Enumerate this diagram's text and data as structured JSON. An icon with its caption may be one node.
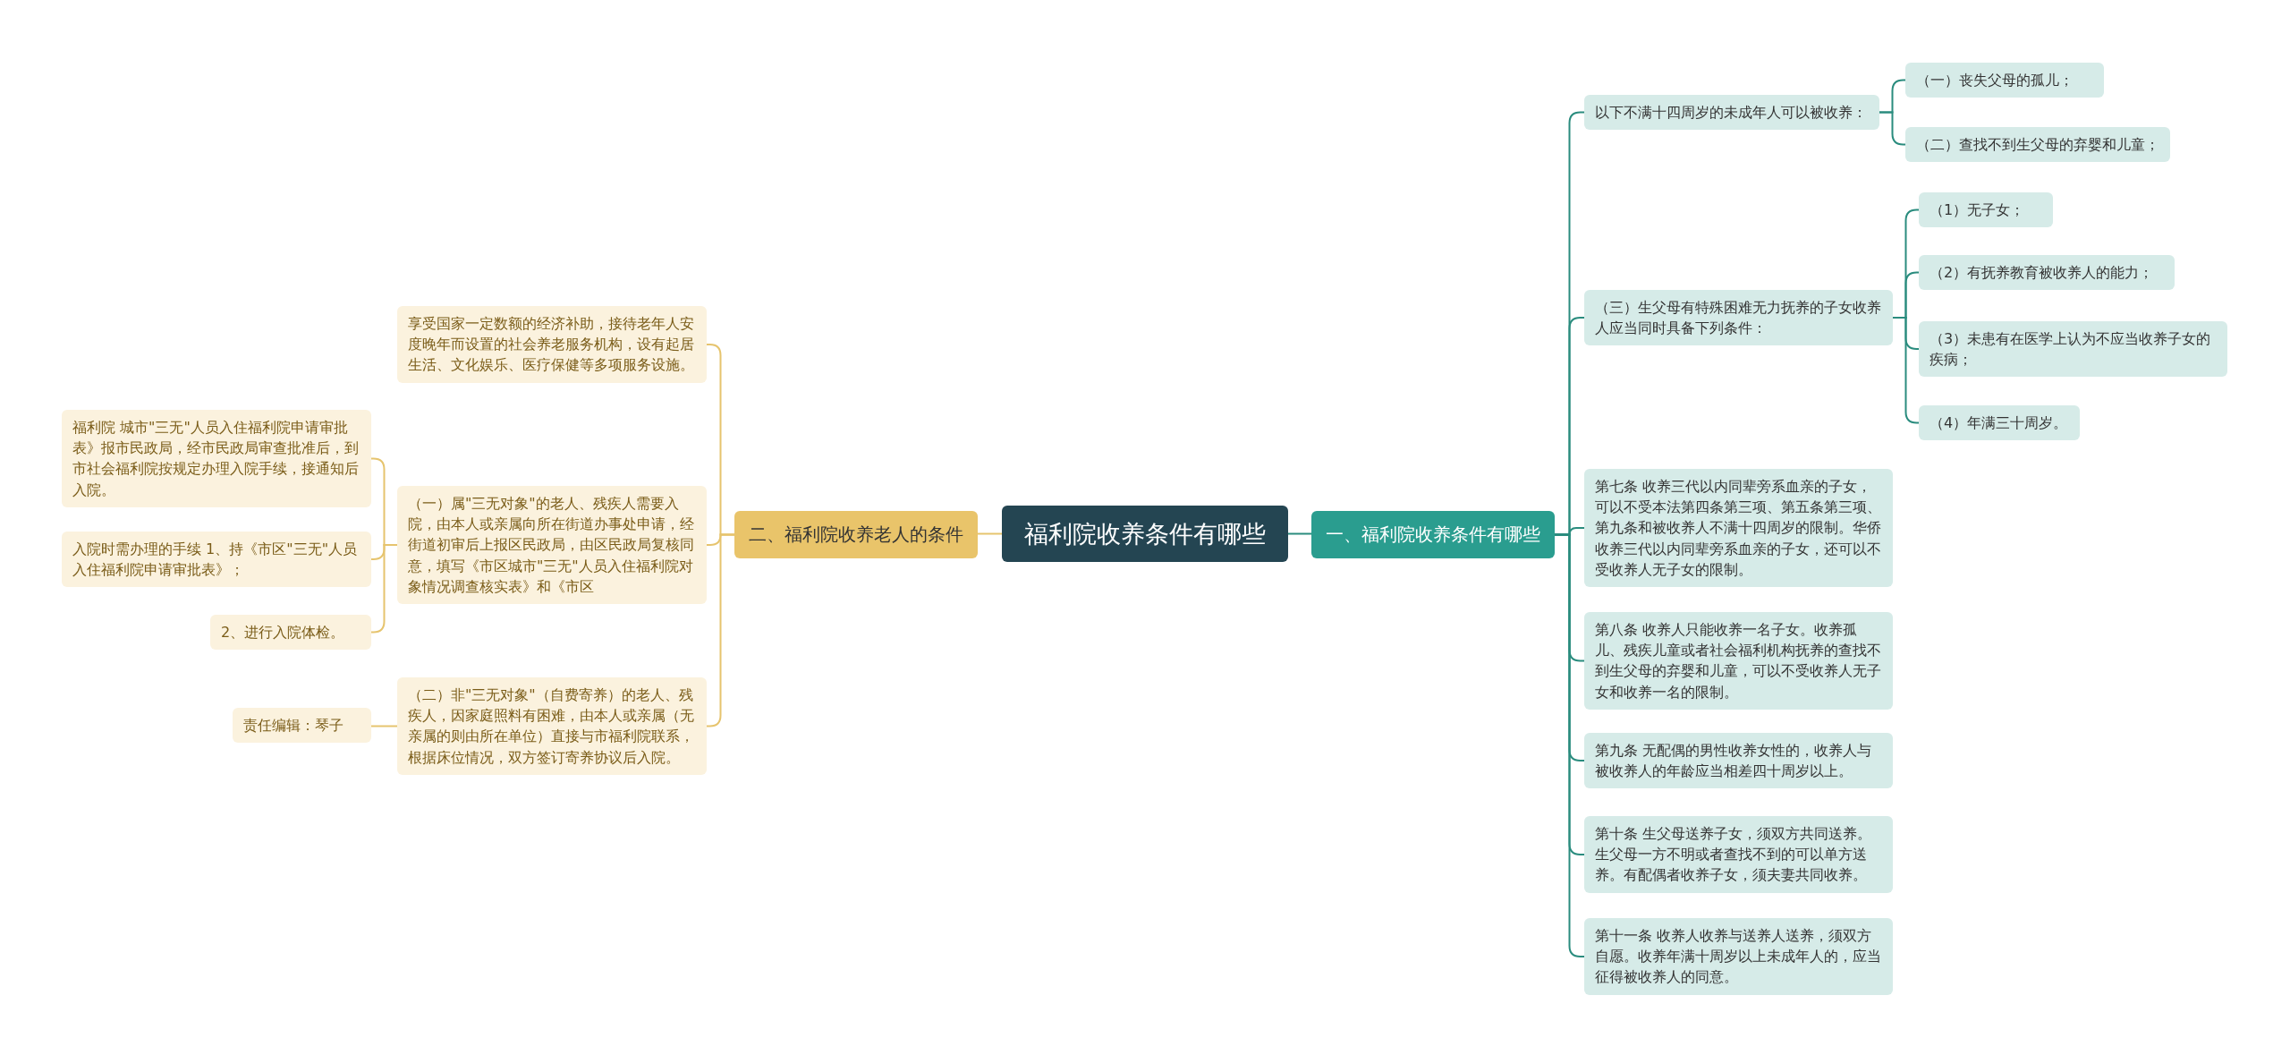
{
  "diagram": {
    "nodes": [
      {
        "text": [
          "福利院收养条件有哪些"
        ]
      },
      {
        "text": [
          "一、福利院收养条件有哪些"
        ]
      },
      {
        "text": [
          "以下不满十四周岁的未成年人可以被收养："
        ]
      },
      {
        "text": [
          "（一）丧失父母的孤儿；"
        ]
      },
      {
        "text": [
          "（二）查找不到生父母的弃婴和儿童；"
        ]
      },
      {
        "text": [
          "（三）生父母有特殊困难无力抚养的子女收养人应当同时具备下列条件："
        ]
      },
      {
        "text": [
          "（1）无子女；"
        ]
      },
      {
        "text": [
          "（2）有抚养教育被收养人的能力；"
        ]
      },
      {
        "text": [
          "（3）未患有在医学上认为不应当收养子女的疾病；"
        ]
      },
      {
        "text": [
          "（4）年满三十周岁。"
        ]
      },
      {
        "text": [
          "第七条 收养三代以内同辈旁系血亲的子女，可以不受本法第四条第三项、第五条第三项、第九条和被收养人不满十四周岁的限制。华侨收养三代以内同辈旁系血亲的子女，还可以不受收养人无子女的限制。"
        ]
      },
      {
        "text": [
          "第八条 收养人只能收养一名子女。收养孤儿、残疾儿童或者社会福利机构抚养的查找不到生父母的弃婴和儿童，可以不受收养人无子女和收养一名的限制。"
        ]
      },
      {
        "text": [
          "第九条 无配偶的男性收养女性的，收养人与被收养人的年龄应当相差四十周岁以上。"
        ]
      },
      {
        "text": [
          "第十条 生父母送养子女，须双方共同送养。生父母一方不明或者查找不到的可以单方送养。有配偶者收养子女，须夫妻共同收养。"
        ]
      },
      {
        "text": [
          "第十一条 收养人收养与送养人送养，须双方自愿。收养年满十周岁以上未成年人的，应当征得被收养人的同意。"
        ]
      },
      {
        "text": [
          "二、福利院收养老人的条件"
        ]
      },
      {
        "text": [
          "享受国家一定数额的经济补助，接待老年人安度晚年而设置的社会养老服务机构，设有起居生活、文化娱乐、医疗保健等多项服务设施。"
        ]
      },
      {
        "text": [
          "（一）属\"三无对象\"的老人、残疾人需要入院，由本人或亲属向所在街道办事处申请，经街道初审后上报区民政局，由区民政局复核同意，填写《市区城市\"三无\"人员入住福利院对象情况调查核实表》和《市区"
        ]
      },
      {
        "text": [
          "福利院 城市\"三无\"人员入住福利院申请审批表》报市民政局，经市民政局审查批准后，到市社会福利院按规定办理入院手续，接通知后入院。"
        ]
      },
      {
        "text": [
          "入院时需办理的手续 1、持《市区\"三无\"人员入住福利院申请审批表》；"
        ]
      },
      {
        "text": [
          "2、进行入院体检。"
        ]
      },
      {
        "text": [
          "（二）非\"三无对象\"（自费寄养）的老人、残疾人，因家庭照料有困难，由本人或亲属（无亲属的则由所在单位）直接与市福利院联系，根据床位情况，双方签订寄养协议后入院。"
        ]
      },
      {
        "text": [
          "责任编辑：琴子"
        ]
      }
    ],
    "edges": [
      {
        "from": 0,
        "to": 1,
        "arrow": "none"
      },
      {
        "from": 1,
        "to": 2,
        "arrow": "none"
      },
      {
        "from": 2,
        "to": 3,
        "arrow": "none"
      },
      {
        "from": 2,
        "to": 4,
        "arrow": "none"
      },
      {
        "from": 1,
        "to": 5,
        "arrow": "none"
      },
      {
        "from": 5,
        "to": 6,
        "arrow": "none"
      },
      {
        "from": 5,
        "to": 7,
        "arrow": "none"
      },
      {
        "from": 5,
        "to": 8,
        "arrow": "none"
      },
      {
        "from": 5,
        "to": 9,
        "arrow": "none"
      },
      {
        "from": 1,
        "to": 10,
        "arrow": "none"
      },
      {
        "from": 1,
        "to": 11,
        "arrow": "none"
      },
      {
        "from": 1,
        "to": 12,
        "arrow": "none"
      },
      {
        "from": 1,
        "to": 13,
        "arrow": "none"
      },
      {
        "from": 1,
        "to": 14,
        "arrow": "none"
      },
      {
        "from": 0,
        "to": 15,
        "arrow": "none",
        "color": "#e6c46e"
      },
      {
        "from": 15,
        "to": 16,
        "arrow": "none",
        "color": "#e6c46e"
      },
      {
        "from": 15,
        "to": 17,
        "arrow": "none",
        "color": "#e6c46e"
      },
      {
        "from": 17,
        "to": 18,
        "arrow": "none",
        "color": "#e6c46e"
      },
      {
        "from": 17,
        "to": 19,
        "arrow": "none",
        "color": "#e6c46e"
      },
      {
        "from": 17,
        "to": 20,
        "arrow": "none",
        "color": "#e6c46e"
      },
      {
        "from": 15,
        "to": 21,
        "arrow": "none",
        "color": "#e6c46e"
      },
      {
        "from": 21,
        "to": 22,
        "arrow": "none",
        "color": "#e6c46e"
      }
    ]
  }
}
